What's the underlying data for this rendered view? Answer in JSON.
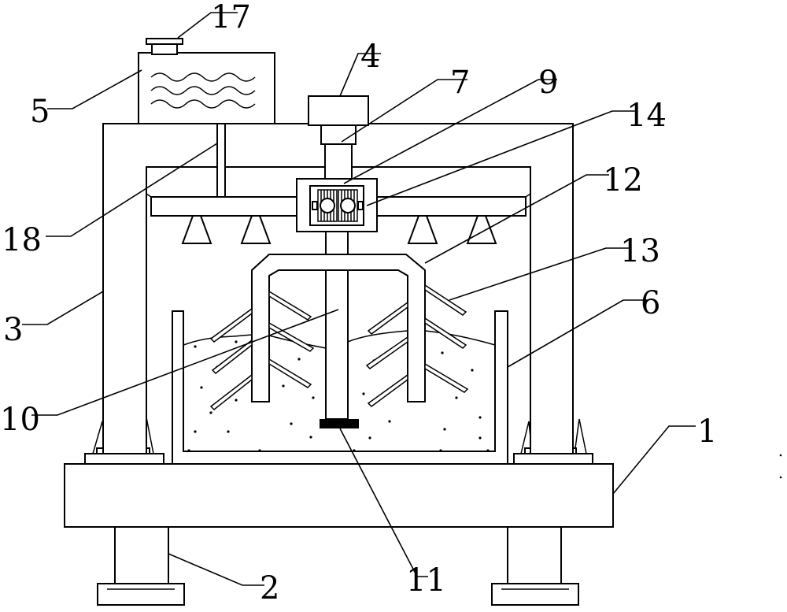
{
  "labels": {
    "l1": "1",
    "l2": "2",
    "l3": "3",
    "l4": "4",
    "l5": "5",
    "l6": "6",
    "l7": "7",
    "l9": "9",
    "l10": "10",
    "l11": "11",
    "l12": "12",
    "l13": "13",
    "l14": "14",
    "l17": "17",
    "l18": "18"
  }
}
